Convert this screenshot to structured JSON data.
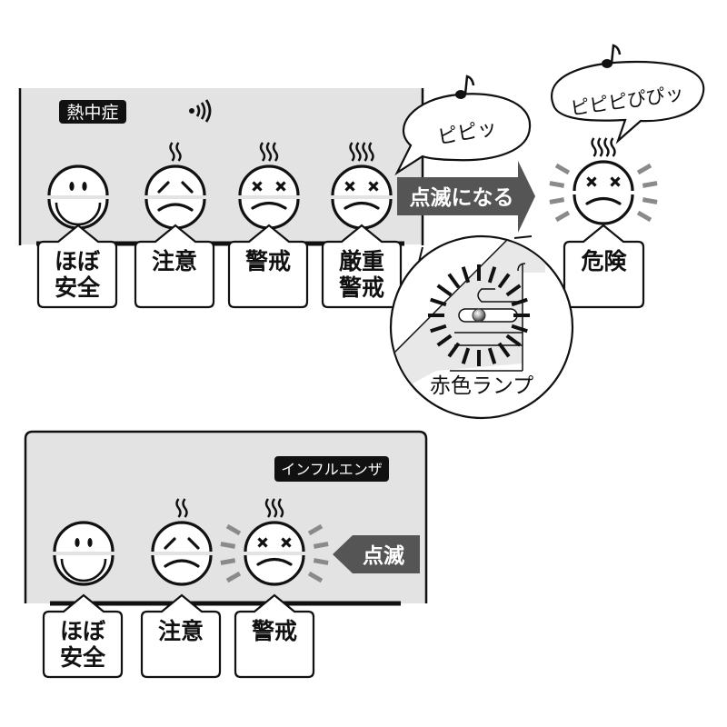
{
  "heatstroke": {
    "mode_label": "熱中症",
    "sound_icon": "sound-wave-icon",
    "levels": [
      {
        "label_lines": [
          "ほぼ",
          "安全"
        ],
        "face": "smile",
        "steam": 0
      },
      {
        "label_lines": [
          "注意"
        ],
        "face": "worried",
        "steam": 2
      },
      {
        "label_lines": [
          "警戒"
        ],
        "face": "dizzy",
        "steam": 3
      },
      {
        "label_lines": [
          "厳重",
          "警戒"
        ],
        "face": "dizzy",
        "steam": 4
      }
    ],
    "beep_small": "ピピッ",
    "arrow_label": "点滅になる",
    "danger": {
      "label_lines": [
        "危険"
      ],
      "face": "dizzy",
      "steam": 4,
      "blinking": true
    },
    "beep_large": "ピピピぴぴッ",
    "music_icon": "music-note-icon",
    "lamp_callout": "赤色ランプ"
  },
  "influenza": {
    "mode_label": "インフルエンザ",
    "levels": [
      {
        "label_lines": [
          "ほぼ",
          "安全"
        ],
        "face": "smile",
        "steam": 0
      },
      {
        "label_lines": [
          "注意"
        ],
        "face": "worried",
        "steam": 2
      },
      {
        "label_lines": [
          "警戒"
        ],
        "face": "dizzy",
        "steam": 3,
        "blinking": true
      }
    ],
    "blink_tag": "点滅"
  },
  "colors": {
    "panel": "#e3e3e3",
    "tag": "#555555",
    "ink": "#111111",
    "blink_rays": "#8a8a8a"
  }
}
